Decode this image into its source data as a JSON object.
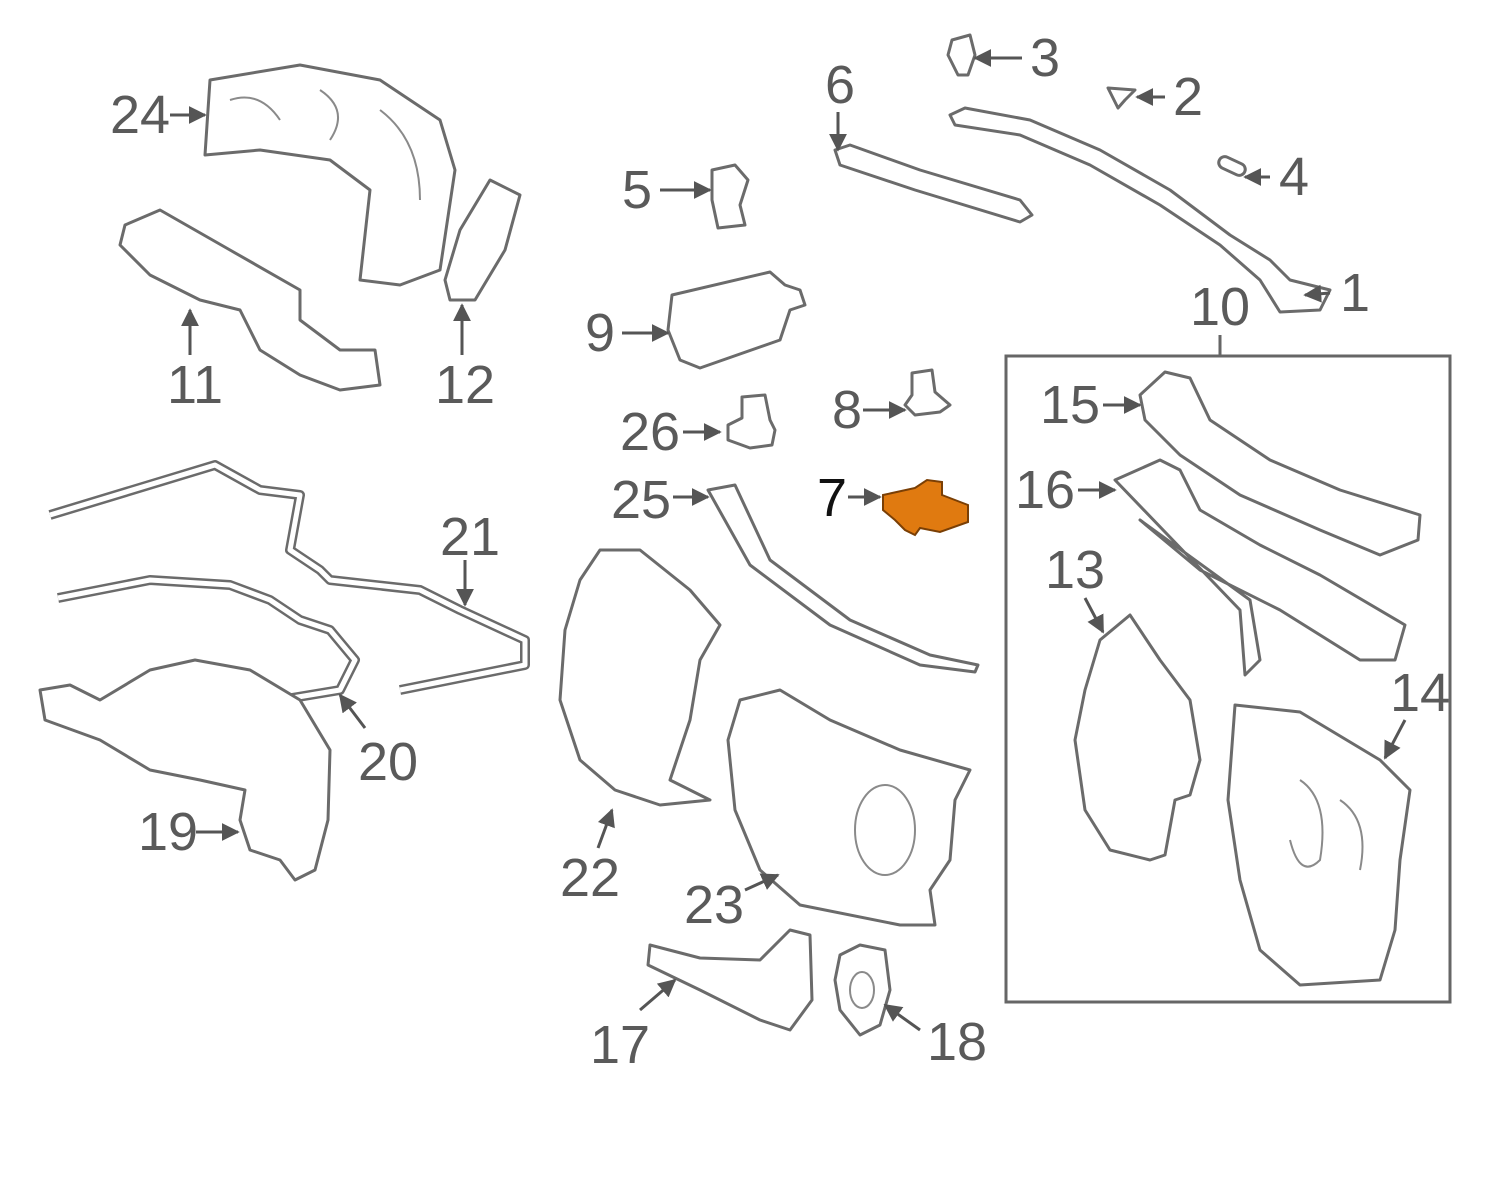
{
  "diagram": {
    "highlight_color": "#E07A10",
    "highlighted_part": "7",
    "callouts": [
      {
        "id": "1",
        "label": "1"
      },
      {
        "id": "2",
        "label": "2"
      },
      {
        "id": "3",
        "label": "3"
      },
      {
        "id": "4",
        "label": "4"
      },
      {
        "id": "5",
        "label": "5"
      },
      {
        "id": "6",
        "label": "6"
      },
      {
        "id": "7",
        "label": "7"
      },
      {
        "id": "8",
        "label": "8"
      },
      {
        "id": "9",
        "label": "9"
      },
      {
        "id": "10",
        "label": "10"
      },
      {
        "id": "11",
        "label": "11"
      },
      {
        "id": "12",
        "label": "12"
      },
      {
        "id": "13",
        "label": "13"
      },
      {
        "id": "14",
        "label": "14"
      },
      {
        "id": "15",
        "label": "15"
      },
      {
        "id": "16",
        "label": "16"
      },
      {
        "id": "17",
        "label": "17"
      },
      {
        "id": "18",
        "label": "18"
      },
      {
        "id": "19",
        "label": "19"
      },
      {
        "id": "20",
        "label": "20"
      },
      {
        "id": "21",
        "label": "21"
      },
      {
        "id": "22",
        "label": "22"
      },
      {
        "id": "23",
        "label": "23"
      },
      {
        "id": "24",
        "label": "24"
      },
      {
        "id": "25",
        "label": "25"
      },
      {
        "id": "26",
        "label": "26"
      }
    ]
  }
}
